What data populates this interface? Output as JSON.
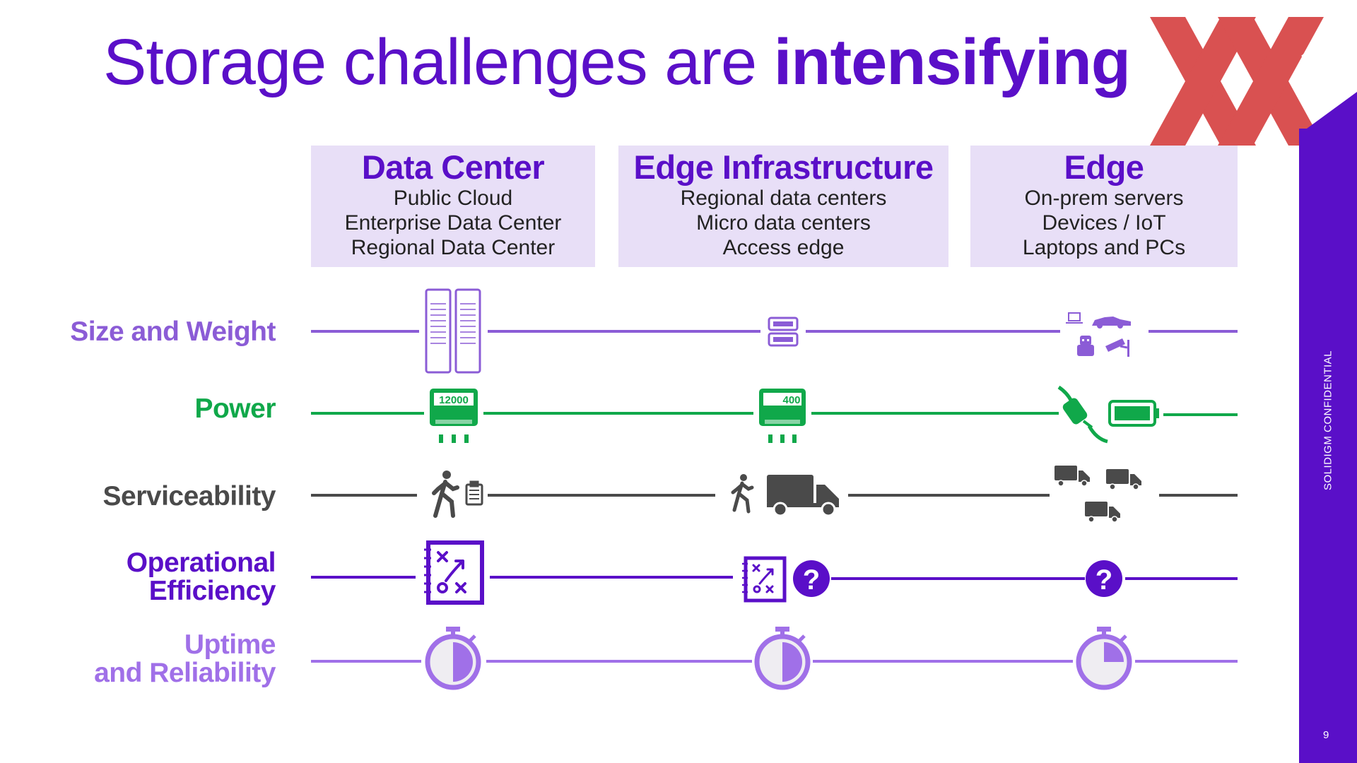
{
  "title": {
    "regular": "Storage challenges are ",
    "bold": "intensifying"
  },
  "columns": [
    {
      "title": "Data Center",
      "lines": [
        "Public Cloud",
        "Enterprise Data Center",
        "Regional Data Center"
      ]
    },
    {
      "title": "Edge Infrastructure",
      "lines": [
        "Regional data centers",
        "Micro data centers",
        "Access edge"
      ]
    },
    {
      "title": "Edge",
      "lines": [
        "On-prem servers",
        "Devices / IoT",
        "Laptops and PCs"
      ]
    }
  ],
  "rows": [
    {
      "lines": [
        "Size and Weight"
      ],
      "color": "#8B5CD6"
    },
    {
      "lines": [
        "Power"
      ],
      "color": "#10A84A"
    },
    {
      "lines": [
        "Serviceability"
      ],
      "color": "#4A4A4A"
    },
    {
      "lines": [
        "Operational",
        "Efficiency"
      ],
      "color": "#5A0FC8"
    },
    {
      "lines": [
        "Uptime",
        "and Reliability"
      ],
      "color": "#A070E8"
    }
  ],
  "power_readings": {
    "data_center": "12000",
    "edge_infrastructure": "400"
  },
  "icons": {
    "size": [
      "server-rack-icon",
      "server-unit-icon",
      "laptop-icon",
      "car-icon",
      "robot-icon",
      "security-camera-icon"
    ],
    "power": [
      "power-meter-icon",
      "plug-icon",
      "battery-icon"
    ],
    "service": [
      "walking-person-icon",
      "clipboard-icon",
      "truck-icon"
    ],
    "operational": [
      "strategy-notebook-icon",
      "question-icon"
    ],
    "uptime": [
      "stopwatch-icon"
    ]
  },
  "uptime_fill": {
    "data_center": 0.5,
    "edge_infrastructure": 0.5,
    "edge": 0.25
  },
  "footer": {
    "confidential": "SOLIDIGM CONFIDENTIAL",
    "page": "9"
  },
  "colors": {
    "brand": "#5A0FC8",
    "header_bg": "#E8DFF7",
    "logo_red": "#D43A3A"
  }
}
